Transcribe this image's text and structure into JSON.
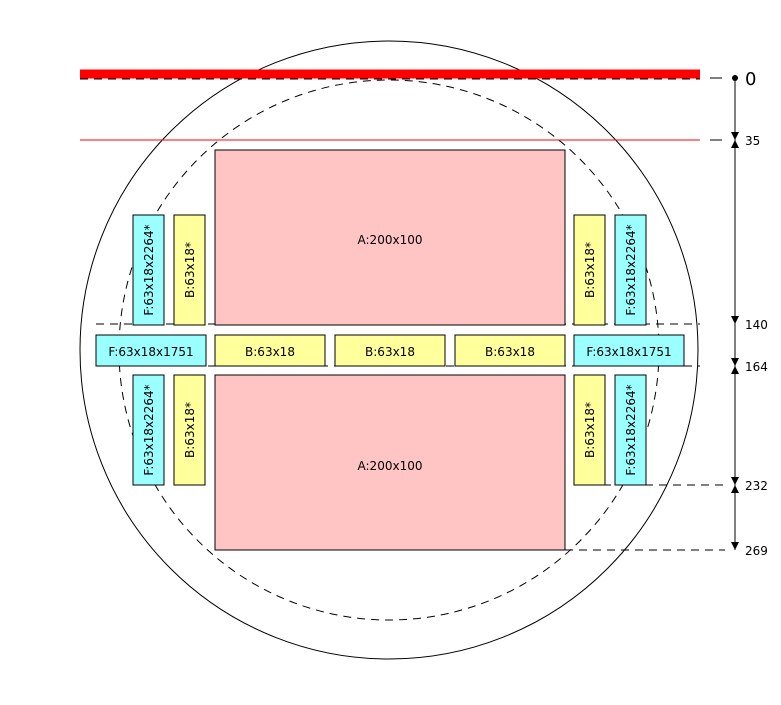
{
  "colors": {
    "block_a": "#ffc4c4",
    "block_b": "#ffff9c",
    "block_f": "#9cffff",
    "cut_line": "#ff0000",
    "outline": "#000000"
  },
  "blocks": {
    "a_top": "A:200x100",
    "a_bottom": "A:200x100",
    "b_col_left_upper": "B:63x18*",
    "b_col_right_upper": "B:63x18*",
    "b_col_left_lower": "B:63x18*",
    "b_col_right_lower": "B:63x18*",
    "f_col_left_upper": "F:63x18x2264*",
    "f_col_right_upper": "F:63x18x2264*",
    "f_col_left_lower": "F:63x18x2264*",
    "f_col_right_lower": "F:63x18x2264*",
    "b_row_1": "B:63x18",
    "b_row_2": "B:63x18",
    "b_row_3": "B:63x18",
    "f_row_left": "F:63x18x1751",
    "f_row_right": "F:63x18x1751"
  },
  "scale": {
    "zero": "0",
    "ticks": [
      "35",
      "140",
      "164",
      "232",
      "269"
    ]
  }
}
